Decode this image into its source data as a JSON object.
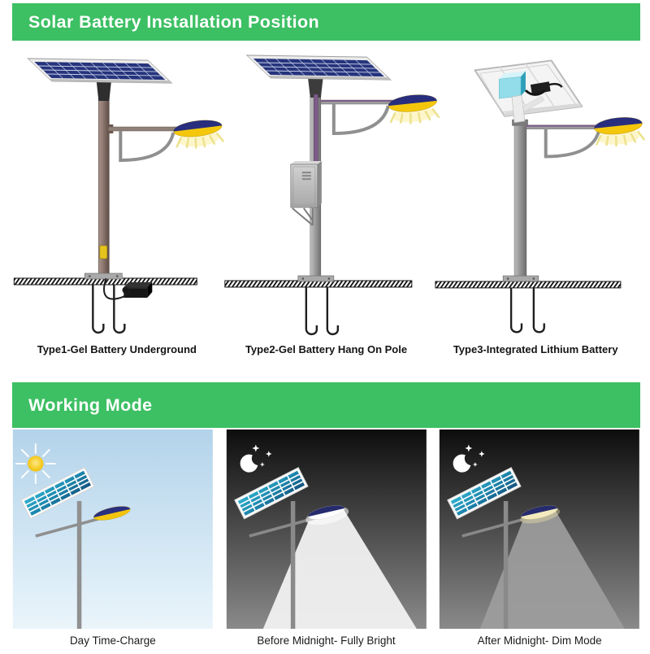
{
  "installation": {
    "title": "Solar Battery Installation Position",
    "types": [
      {
        "label": "Type1-Gel Battery Underground"
      },
      {
        "label": "Type2-Gel Battery Hang On Pole"
      },
      {
        "label": "Type3-Integrated Lithium Battery"
      }
    ]
  },
  "working": {
    "title": "Working Mode",
    "modes": [
      {
        "label": "Day Time-Charge"
      },
      {
        "label": "Before Midnight- Fully Bright"
      },
      {
        "label": "After Midnight- Dim Mode"
      }
    ]
  },
  "colors": {
    "header_bg": "#3dbf63",
    "header_text": "#ffffff",
    "solar_cell_navy": "#26347c",
    "solar_cell_teal": "#1d93b4",
    "lamp_top_navy": "#2a2f7e",
    "lamp_yellow": "#f2c40e",
    "pole_brown": "#8b766d",
    "pole_gray": "#9a9a9a",
    "conduit_purple": "#7d5b87",
    "battery_cyan": "#93dcea",
    "day_sky_top": "#b3d3ea",
    "day_sky_bottom": "#eaf5fb",
    "night_sky_top": "#0d0d0d",
    "night_sky_bottom": "#8a8a8a",
    "beam_bright": "#f1f1f1",
    "beam_dim": "#9d9d9d"
  }
}
